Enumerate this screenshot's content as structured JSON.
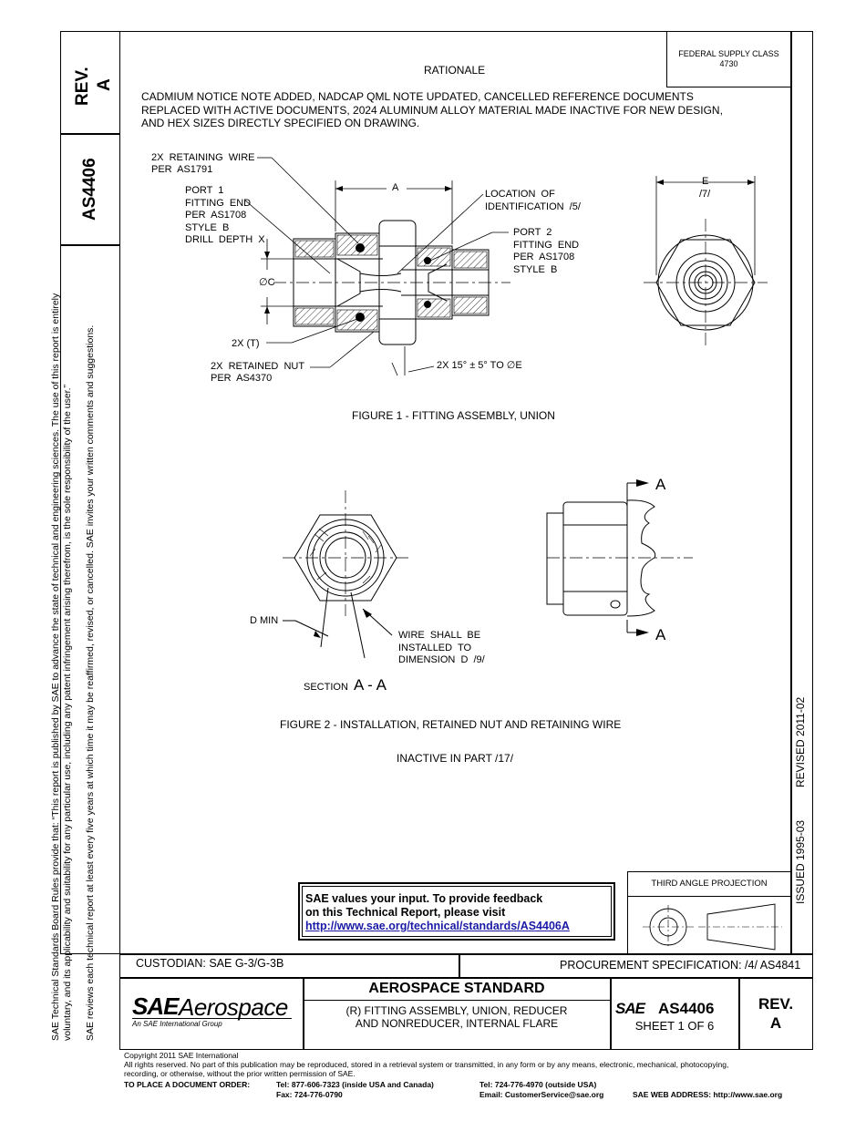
{
  "left_block": {
    "rev_label": "REV.",
    "rev_value": "A",
    "doc_number": "AS4406",
    "notice_line1": "SAE Technical Standards Board Rules provide that: “This report is published by SAE to advance the state of technical and engineering sciences. The use of this report is entirely",
    "notice_line2": "voluntary, and its applicability and suitability for any particular use, including any patent infringement arising therefrom, is the sole responsibility of the user.”",
    "notice_line3": "SAE reviews each technical report at least every five years at which time it may be reaffirmed, revised, or cancelled. SAE invites your written comments and suggestions."
  },
  "header": {
    "supply_class_label": "FEDERAL SUPPLY CLASS",
    "supply_class_value": "4730",
    "rationale_title": "RATIONALE",
    "rationale_line1": "CADMIUM NOTICE NOTE ADDED, NADCAP QML NOTE UPDATED, CANCELLED REFERENCE DOCUMENTS",
    "rationale_line2": "REPLACED WITH ACTIVE DOCUMENTS, 2024 ALUMINUM ALLOY MATERIAL MADE INACTIVE FOR NEW DESIGN,",
    "rationale_line3": "AND HEX SIZES DIRECTLY SPECIFIED ON DRAWING."
  },
  "figure1": {
    "retaining_wire": "2X  RETAINING  WIRE\nPER  AS1791",
    "port1": "PORT  1\nFITTING  END\nPER  AS1708\nSTYLE  B\nDRILL  DEPTH  X",
    "dim_a": "A",
    "location_id": "LOCATION  OF\nIDENTIFICATION  /5/",
    "port2": "PORT  2\nFITTING  END\nPER  AS1708\nSTYLE  B",
    "dia_c": "∅C",
    "two_t": "2X (T)",
    "retained_nut": "2X  RETAINED  NUT\nPER  AS4370",
    "angle_note": "2X  15° ± 5° TO ∅E",
    "dim_e": "E",
    "dim_e_note": "/7/",
    "caption": "FIGURE 1 - FITTING ASSEMBLY, UNION"
  },
  "figure2": {
    "section_a_top": "A",
    "section_a_bottom": "A",
    "d_min": "D  MIN",
    "wire_note": "WIRE  SHALL  BE\nINSTALLED  TO\nDIMENSION  D  /9/",
    "section_label": "SECTION",
    "section_letters": "A - A",
    "caption": "FIGURE 2 - INSTALLATION, RETAINED NUT AND RETAINING WIRE",
    "inactive_note": "INACTIVE IN PART /17/"
  },
  "right_strip": {
    "revised": "REVISED 2011-02",
    "issued": "ISSUED 1995-03"
  },
  "feedback": {
    "line1": "SAE values your input. To provide feedback",
    "line2": "on this Technical Report, please visit",
    "url": "http://www.sae.org/technical/standards/AS4406A"
  },
  "projection": {
    "label": "THIRD ANGLE PROJECTION"
  },
  "title_block": {
    "custodian": "CUSTODIAN: SAE G-3/G-3B",
    "procurement": "PROCUREMENT SPECIFICATION: /4/ AS4841",
    "logo_sae": "SAE",
    "logo_aerospace": "Aerospace",
    "logo_sub": "An SAE International Group",
    "std_type": "AEROSPACE STANDARD",
    "title_line1": "(R) FITTING ASSEMBLY, UNION, REDUCER",
    "title_line2": "AND NONREDUCER, INTERNAL FLARE",
    "small_logo": "SAE",
    "doc_number": "AS4406",
    "sheet": "SHEET 1 OF 6",
    "rev_label": "REV.",
    "rev_value": "A"
  },
  "footer": {
    "copyright": "Copyright 2011 SAE International",
    "rights1": "All rights reserved. No part of this publication may be reproduced, stored in a retrieval system or transmitted, in any form or by any means, electronic, mechanical, photocopying,",
    "rights2": "recording, or otherwise, without the prior written permission of SAE.",
    "order_label": "TO PLACE A DOCUMENT ORDER:",
    "tel_usa": "Tel: 877-606-7323 (inside USA and Canada)",
    "fax": "Fax: 724-776-0790",
    "tel_out": "Tel: 724-776-4970 (outside USA)",
    "email": "Email: CustomerService@sae.org",
    "web": "SAE WEB ADDRESS: http://www.sae.org"
  }
}
